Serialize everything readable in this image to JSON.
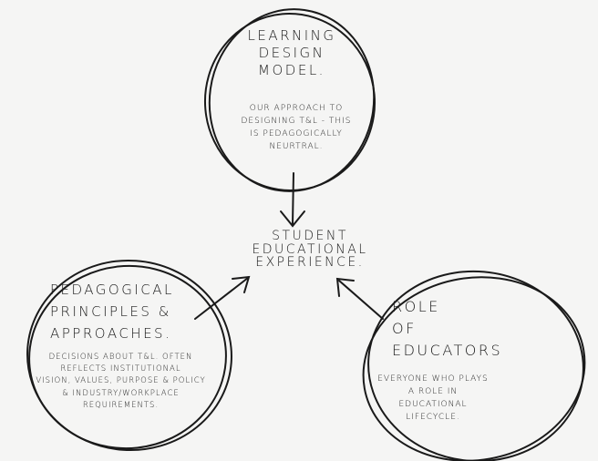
{
  "top_circle": {
    "title": "Learning\nDesign\nModel.",
    "body": "Our approach to\ndesigning T&L - this\nis pedagogically\nneurtral."
  },
  "center": {
    "label": "Student\nEducational\nExperience."
  },
  "left_circle": {
    "title": "Pedagogical\nPrinciples &\nApproaches.",
    "body": "Decisions about T&L. Often\nreflects institutional\nvision, values, purpose & policy\n& industry/workplace\nrequirements."
  },
  "right_circle": {
    "title": "Role\nof\nEducators",
    "body": "Everyone who plays\na role in\neducational\nlifecycle."
  },
  "colors": {
    "ink": "#1a1a1a",
    "paper": "#f5f5f4"
  }
}
